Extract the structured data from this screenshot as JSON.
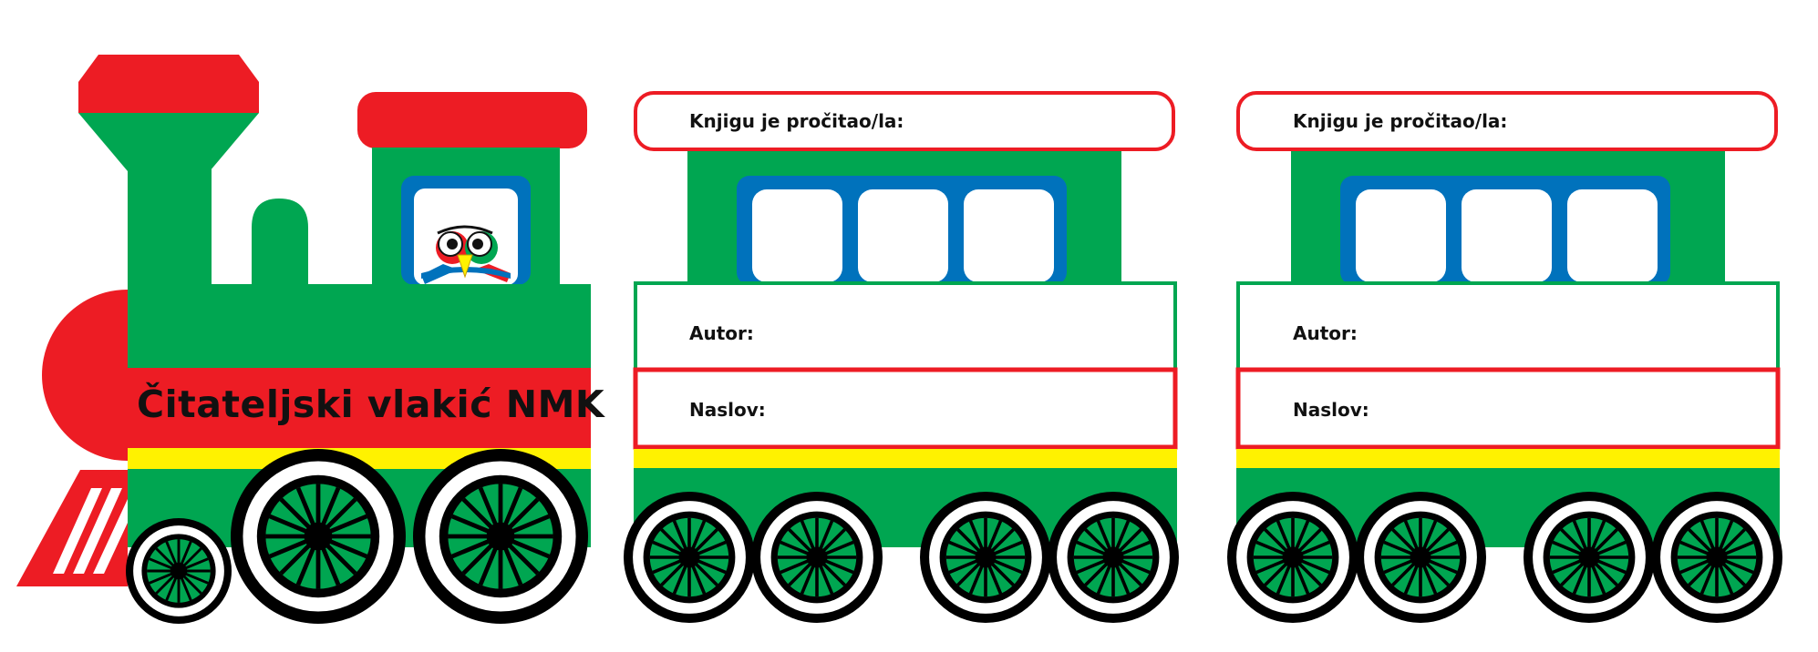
{
  "engine": {
    "title": "Čitateljski vlakić NMK"
  },
  "wagons": [
    {
      "reader_label": "Knjigu je pročitao/la:",
      "author_label": "Autor:",
      "title_label": "Naslov:"
    },
    {
      "reader_label": "Knjigu je pročitao/la:",
      "author_label": "Autor:",
      "title_label": "Naslov:"
    }
  ],
  "colors": {
    "green": "#00a651",
    "red": "#ed1c24",
    "yellow": "#fff200",
    "blue": "#0072bc",
    "black": "#000000",
    "white": "#ffffff"
  }
}
